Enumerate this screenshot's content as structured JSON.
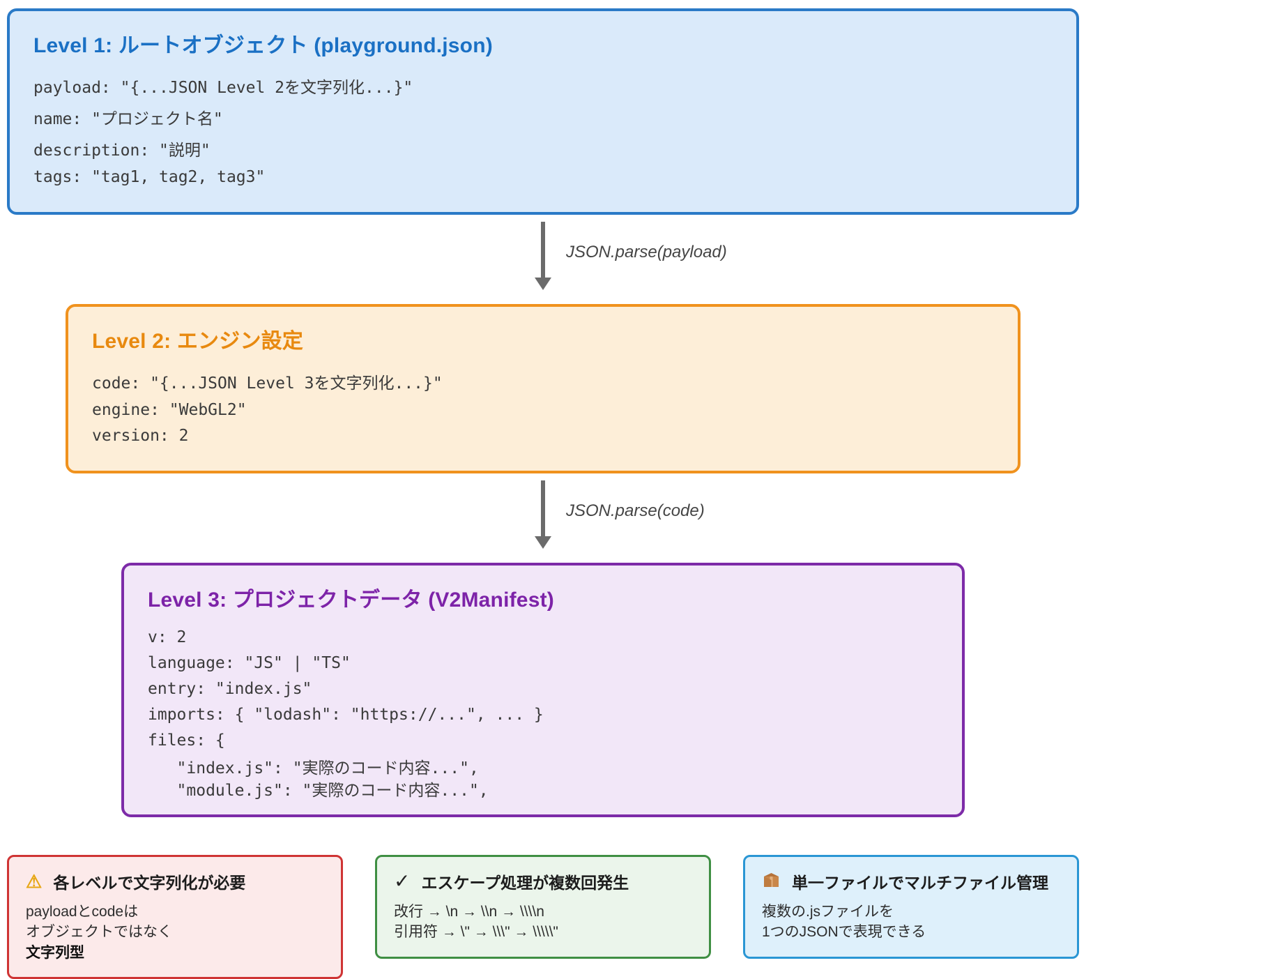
{
  "level1": {
    "title": "Level 1: ルートオブジェクト (playground.json)",
    "lines": [
      "payload: \"{...JSON Level 2を文字列化...}\"",
      "name: \"プロジェクト名\"",
      "description: \"説明\"",
      "tags: \"tag1, tag2, tag3\""
    ]
  },
  "arrow1": {
    "label": "JSON.parse(payload)"
  },
  "level2": {
    "title": "Level 2: エンジン設定",
    "lines": [
      "code: \"{...JSON Level 3を文字列化...}\"",
      "engine: \"WebGL2\"",
      "version: 2"
    ]
  },
  "arrow2": {
    "label": "JSON.parse(code)"
  },
  "level3": {
    "title": "Level 3: プロジェクトデータ (V2Manifest)",
    "lines": [
      "v: 2",
      "language: \"JS\" | \"TS\"",
      "entry: \"index.js\"",
      "imports: { \"lodash\": \"https://...\", ... }",
      "files: {",
      "   \"index.js\": \"実際のコード内容...\",",
      "   \"module.js\": \"実際のコード内容...\","
    ]
  },
  "cards": {
    "stringify": {
      "icon": "⚠",
      "title": "各レベルで文字列化が必要",
      "line1": "payloadとcodeは",
      "line2": "オブジェクトではなく",
      "line3_bold": "文字列型"
    },
    "escape": {
      "icon": "✓",
      "title": "エスケープ処理が複数回発生",
      "line1": "改行 → \\n → \\\\n → \\\\\\\\n",
      "line2": "引用符 → \\\" → \\\\\\\" → \\\\\\\\\\\""
    },
    "multifile": {
      "icon": "📦",
      "title": "単一ファイルでマルチファイル管理",
      "line1": "複数の.jsファイルを",
      "line2": "1つのJSONで表現できる"
    }
  },
  "colors": {
    "level1_border": "#2a7ac7",
    "level1_bg": "#daeafa",
    "level1_title": "#1a70c4",
    "level2_border": "#f0921e",
    "level2_bg": "#fdeed8",
    "level2_title": "#e8890f",
    "level3_border": "#7d2ba8",
    "level3_bg": "#f2e7f8",
    "level3_title": "#7d23a8",
    "card_red_border": "#cf3434",
    "card_green_border": "#3f8f43",
    "card_blue_border": "#2a96d4",
    "arrow": "#6b6b6b"
  }
}
